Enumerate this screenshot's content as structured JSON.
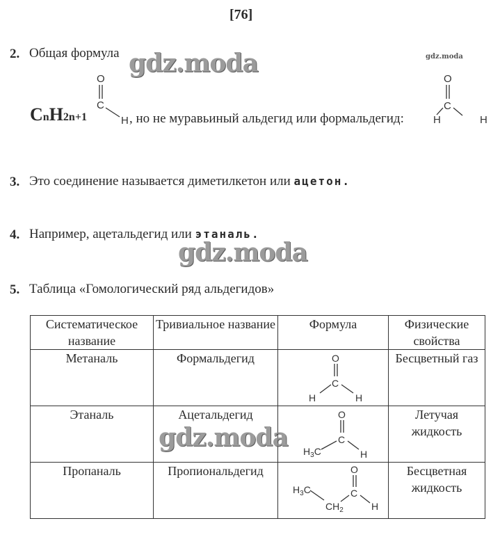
{
  "page_number": "[76]",
  "watermark": "gdz.moda",
  "watermark_small": "gdz.moda",
  "items": [
    {
      "num": "2.",
      "text": "Общая формула",
      "formula_c": "C",
      "formula_n": "n",
      "formula_h": "H",
      "formula_sub": "2n+1",
      "text2": ", но не муравьиный альдегид или формальдегид:"
    },
    {
      "num": "3.",
      "text": "Это соединение называется диметилкетон или",
      "bold": "ацетон."
    },
    {
      "num": "4.",
      "text": "Например, ацетальдегид или",
      "bold": "этаналь."
    },
    {
      "num": "5.",
      "text": "Таблица «Гомологический ряд альдегидов»"
    }
  ],
  "atoms": {
    "O": "O",
    "C": "C",
    "H": "H",
    "H3C": "H",
    "sub3": "3",
    "CH2": "CH",
    "sub2": "2"
  },
  "table": {
    "headers": [
      "Систематическое название",
      "Тривиальное название",
      "Формула",
      "Физические свойства"
    ],
    "rows": [
      {
        "systematic": "Метаналь",
        "trivial": "Формальдегид",
        "properties": "Бесцветный газ"
      },
      {
        "systematic": "Этаналь",
        "trivial": "Ацетальдегид",
        "properties": "Летучая жидкость"
      },
      {
        "systematic": "Пропаналь",
        "trivial": "Пропиональдегид",
        "properties": "Бесцветная жидкость"
      }
    ]
  }
}
